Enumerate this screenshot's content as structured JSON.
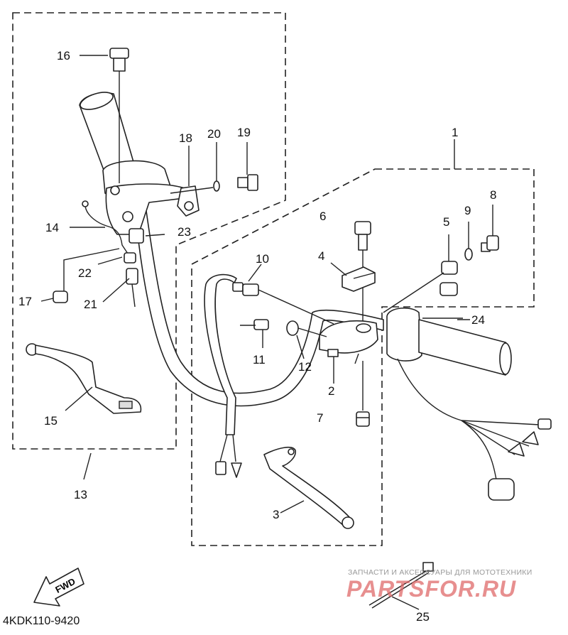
{
  "diagram": {
    "callouts": [
      {
        "id": "c1",
        "text": "1"
      },
      {
        "id": "c2",
        "text": "2"
      },
      {
        "id": "c3",
        "text": "3"
      },
      {
        "id": "c4",
        "text": "4"
      },
      {
        "id": "c5",
        "text": "5"
      },
      {
        "id": "c6",
        "text": "6"
      },
      {
        "id": "c7",
        "text": "7"
      },
      {
        "id": "c8",
        "text": "8"
      },
      {
        "id": "c9",
        "text": "9"
      },
      {
        "id": "c10",
        "text": "10"
      },
      {
        "id": "c11",
        "text": "11"
      },
      {
        "id": "c12",
        "text": "12"
      },
      {
        "id": "c13",
        "text": "13"
      },
      {
        "id": "c14",
        "text": "14"
      },
      {
        "id": "c15",
        "text": "15"
      },
      {
        "id": "c16",
        "text": "16"
      },
      {
        "id": "c17",
        "text": "17"
      },
      {
        "id": "c18",
        "text": "18"
      },
      {
        "id": "c19",
        "text": "19"
      },
      {
        "id": "c20",
        "text": "20"
      },
      {
        "id": "c21",
        "text": "21"
      },
      {
        "id": "c22",
        "text": "22"
      },
      {
        "id": "c23",
        "text": "23"
      },
      {
        "id": "c24",
        "text": "24"
      },
      {
        "id": "c25",
        "text": "25"
      }
    ],
    "fwd_label": "FWD",
    "code": "4KDK110-9420"
  },
  "watermark": {
    "text": "ЗАПЧАСТИ И АКСЕССУАРЫ ДЛЯ МОТОТЕХНИКИ",
    "logo": "PARTSFOR.RU",
    "color": "#e06a6a"
  }
}
